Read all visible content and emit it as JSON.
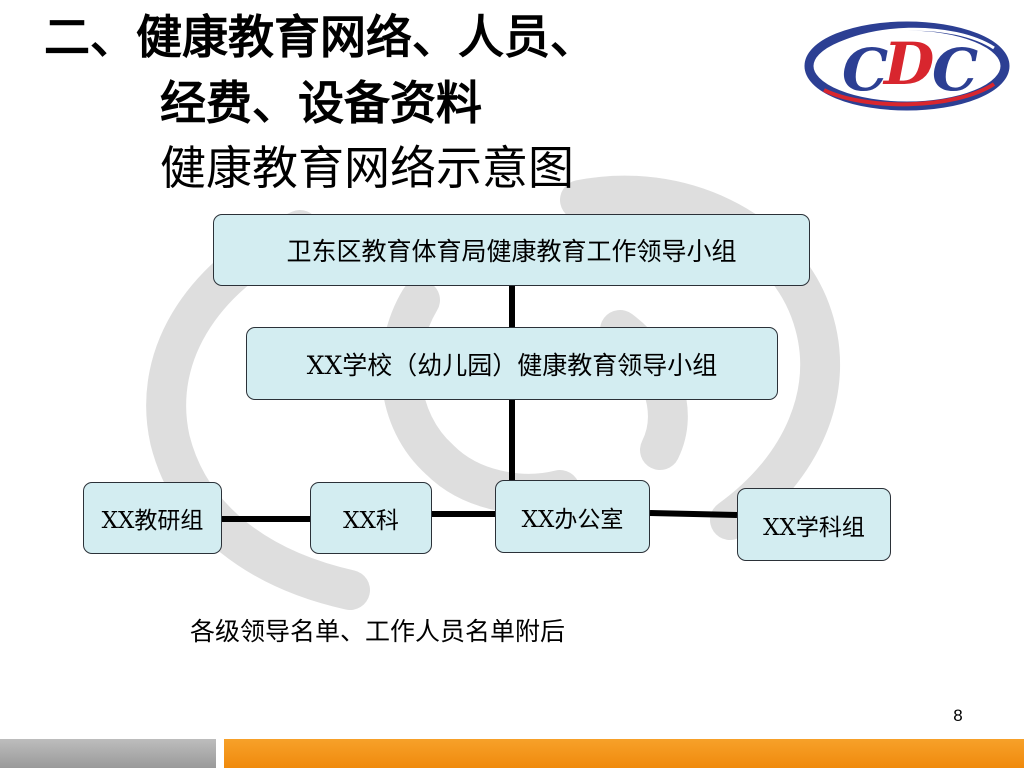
{
  "slide": {
    "title_line1": "二、健康教育网络、人员、",
    "title_line2": "经费、设备资料",
    "subtitle": "健康教育网络示意图",
    "note": "各级领导名单、工作人员名单附后",
    "page_number": "8"
  },
  "logo": {
    "text": "CDC",
    "colors": {
      "ring": "#2c3f93",
      "letters": "#2c3f93",
      "accent": "#d8262e"
    }
  },
  "diagram": {
    "nodes": {
      "top": "卫东区教育体育局健康教育工作领导小组",
      "school": "XX学校（幼儿园）健康教育领导小组",
      "jiaoyan": "XX教研组",
      "ke": "XX科",
      "office": "XX办公室",
      "xueke": "XX学科组"
    }
  },
  "colors": {
    "node_fill": "#d3edf1",
    "node_border": "#2b3138",
    "footer_gray": "#a8a8a8",
    "footer_orange": "#f39213"
  }
}
